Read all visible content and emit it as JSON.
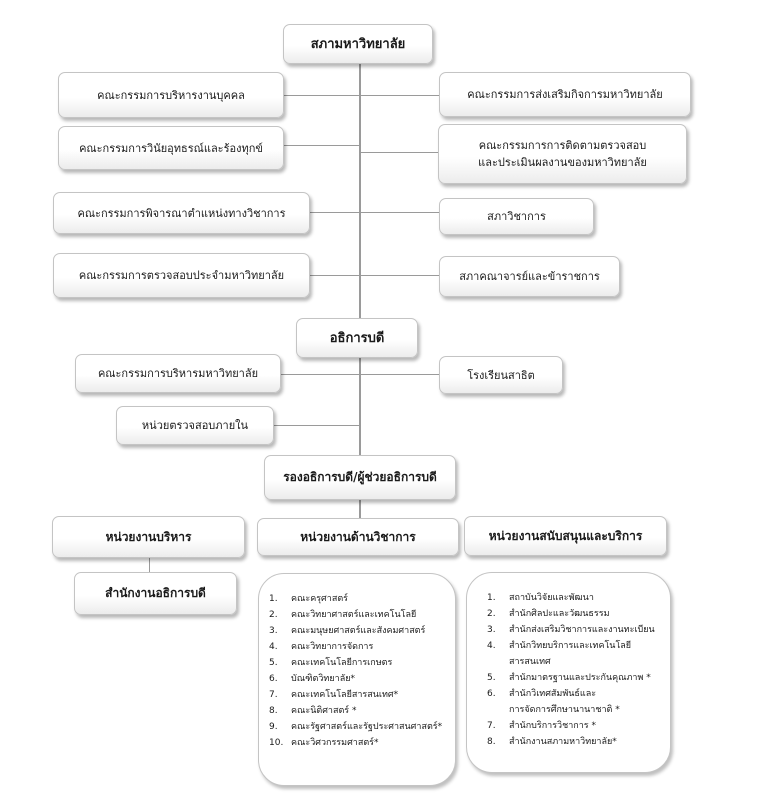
{
  "chart": {
    "top": "สภามหาวิทยาลัย",
    "council_left": [
      "คณะกรรมการบริหารงานบุคคล",
      "คณะกรรมการวินัยอุทธรณ์และร้องทุกข์",
      "คณะกรรมการพิจารณาตำแหน่งทางวิชาการ",
      "คณะกรรมการตรวจสอบประจำมหาวิทยาลัย"
    ],
    "council_right": [
      "คณะกรรมการส่งเสริมกิจการมหาวิทยาลัย",
      [
        "คณะกรรมการการติดตามตรวจสอบ",
        "และประเมินผลงานของมหาวิทยาลัย"
      ],
      "สภาวิชาการ",
      "สภาคณาจารย์และข้าราชการ"
    ],
    "president": "อธิการบดี",
    "president_left": "คณะกรรมการบริหารมหาวิทยาลัย",
    "president_right": "โรงเรียนสาธิต",
    "internal_audit": "หน่วยตรวจสอบภายใน",
    "vice": "รองอธิการบดี/ผู้ช่วยอธิการบดี",
    "units": [
      "หน่วยงานบริหาร",
      "หน่วยงานด้านวิชาการ",
      "หน่วยงานสนับสนุนและบริการ"
    ],
    "admin_office": "สำนักงานอธิการบดี",
    "academic_list": [
      {
        "n": "1.",
        "t": "คณะครุศาสตร์"
      },
      {
        "n": "2.",
        "t": "คณะวิทยาศาสตร์และเทคโนโลยี"
      },
      {
        "n": "3.",
        "t": "คณะมนุษยศาสตร์และสังคมศาสตร์"
      },
      {
        "n": "4.",
        "t": "คณะวิทยาการจัดการ"
      },
      {
        "n": "5.",
        "t": "คณะเทคโนโลยีการเกษตร"
      },
      {
        "n": "6.",
        "t": "บัณฑิตวิทยาลัย*"
      },
      {
        "n": "7.",
        "t": "คณะเทคโนโลยีสารสนเทศ*"
      },
      {
        "n": "8.",
        "t": "คณะนิติศาสตร์ *"
      },
      {
        "n": "9.",
        "t": "คณะรัฐศาสตร์และรัฐประศาสนศาสตร์*"
      },
      {
        "n": "10.",
        "t": "คณะวิศวกรรมศาสตร์*"
      }
    ],
    "support_list": [
      {
        "n": "1.",
        "t": "สถาบันวิจัยและพัฒนา"
      },
      {
        "n": "2.",
        "t": "สำนักศิลปะและวัฒนธรรม"
      },
      {
        "n": "3.",
        "t": "สำนักส่งเสริมวิชาการและงานทะเบียน"
      },
      {
        "n": "4.",
        "t": "สำนักวิทยบริการและเทคโนโลยีสารสนเทศ"
      },
      {
        "n": "5.",
        "t": "สำนักมาตรฐานและประกันคุณภาพ *"
      },
      {
        "n": "6.",
        "t": "สำนักวิเทศสัมพันธ์และ"
      },
      {
        "n": "",
        "t": "การจัดการศึกษานานาชาติ *"
      },
      {
        "n": "7.",
        "t": "สำนักบริการวิชาการ *"
      },
      {
        "n": "8.",
        "t": "สำนักงานสภามหาวิทยาลัย*"
      }
    ]
  }
}
